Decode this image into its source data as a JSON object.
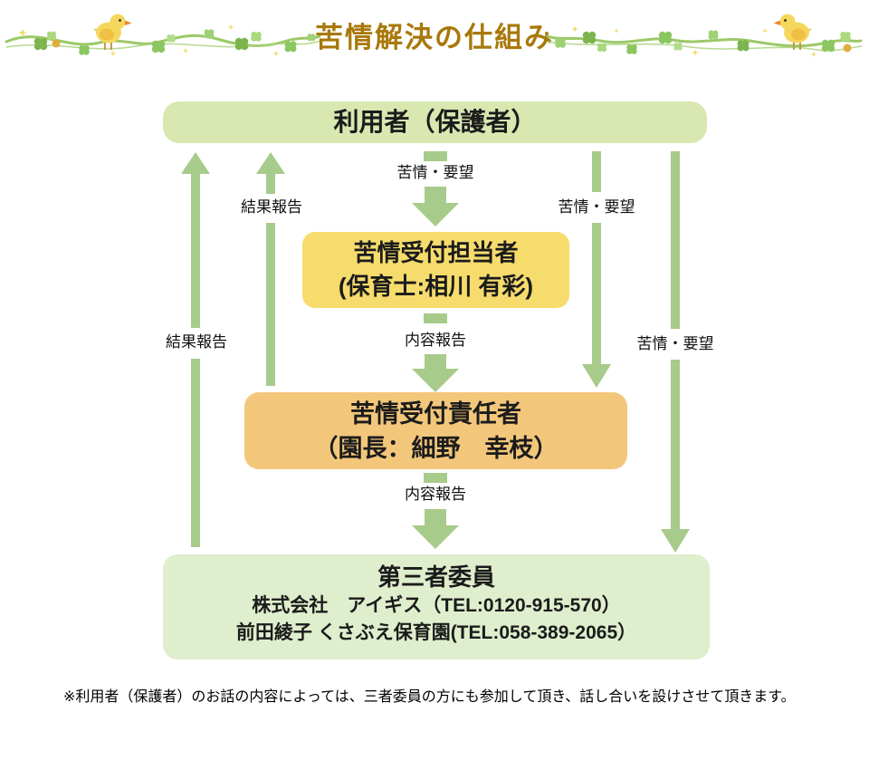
{
  "header": {
    "title": "苦情解決の仕組み",
    "title_color": "#a8780a",
    "decoration": "vine-with-birds"
  },
  "diagram": {
    "boxes": {
      "user": {
        "label": "利用者（保護者）",
        "bg": "#d9e7b0"
      },
      "receiver": {
        "line1": "苦情受付担当者",
        "line2": "(保育士:相川 有彩)",
        "bg": "#f6dc6c"
      },
      "manager": {
        "line1": "苦情受付責任者",
        "line2": "（園長：細野　幸枝）",
        "bg": "#f3c77b"
      },
      "third_party": {
        "line1": "第三者委員",
        "line2": "株式会社　アイギス（TEL:0120-915-570）",
        "line3": "前田綾子 くさぶえ保育園(TEL:058-389-2065）",
        "bg": "#dfeecd"
      }
    },
    "arrow_labels": {
      "complaint_top": "苦情・要望",
      "complaint_inner": "苦情・要望",
      "complaint_outer": "苦情・要望",
      "result_inner": "結果報告",
      "result_outer": "結果報告",
      "content_mid": "内容報告",
      "content_lower": "内容報告"
    },
    "arrow_color": "#a7cb8b"
  },
  "footnote": "※利用者（保護者）のお話の内容によっては、三者委員の方にも参加して頂き、話し合いを設けさせて頂きます。"
}
